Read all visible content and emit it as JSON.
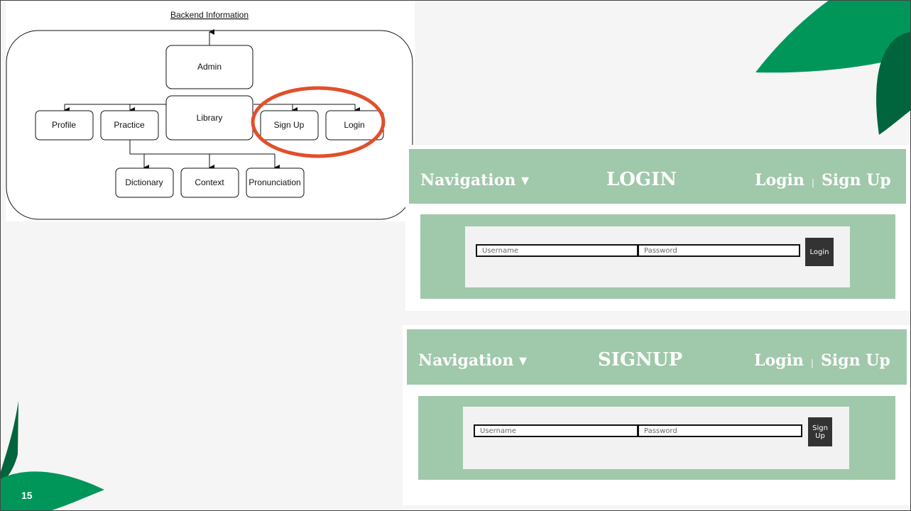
{
  "slide": {
    "page_number": "15"
  },
  "diagram": {
    "title": "Backend Information",
    "nodes": {
      "admin": "Admin",
      "library": "Library",
      "profile": "Profile",
      "practice": "Practice",
      "signup": "Sign Up",
      "login": "Login",
      "dictionary": "Dictionary",
      "context": "Context",
      "pronunciation": "Pronunciation"
    },
    "highlight_color": "#e0502a"
  },
  "login_mockup": {
    "nav": "Navigation ▾",
    "title": "LOGIN",
    "link_login": "Login",
    "separator": "|",
    "link_signup": "Sign Up",
    "username_placeholder": "Username",
    "password_placeholder": "Password",
    "button": "Login"
  },
  "signup_mockup": {
    "nav": "Navigation ▾",
    "title": "SIGNUP",
    "link_login": "Login",
    "separator": "|",
    "link_signup": "Sign Up",
    "username_placeholder": "Username",
    "password_placeholder": "Password",
    "button": "Sign Up"
  },
  "colors": {
    "mock_green": "#a0c8aa",
    "leaf_green": "#00965a",
    "leaf_dark": "#00643c"
  }
}
